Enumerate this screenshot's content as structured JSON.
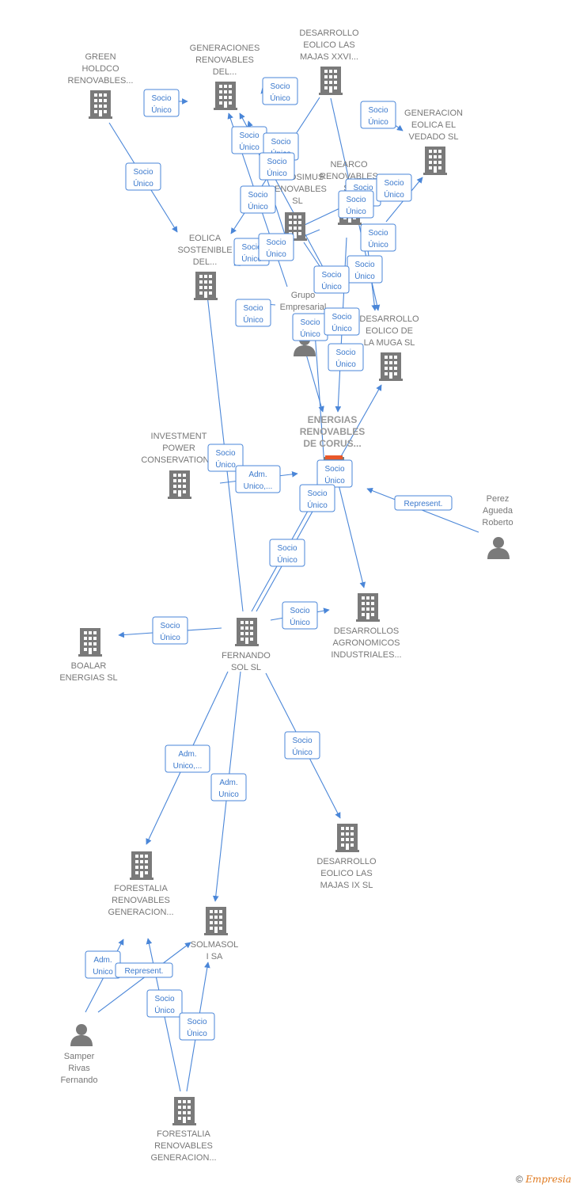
{
  "nodes": {
    "green_holdco": {
      "label": [
        "GREEN",
        "HOLDCO",
        "RENOVABLES..."
      ],
      "type": "company"
    },
    "generaciones_renovables": {
      "label": [
        "GENERACIONES",
        "RENOVABLES",
        "DEL..."
      ],
      "type": "company"
    },
    "desarrollo_eolico_majas_xxvi": {
      "label": [
        "DESARROLLO",
        "EOLICO LAS",
        "MAJAS XXVI..."
      ],
      "type": "company"
    },
    "generacion_eolica_vedado": {
      "label": [
        "GENERACION",
        "EOLICA EL",
        "VEDADO SL"
      ],
      "type": "company"
    },
    "nearco_renovables": {
      "label": [
        "NEARCO",
        "RENOVABLES",
        "SL"
      ],
      "type": "company"
    },
    "arrosimus_renovables": {
      "label": [
        "ARROSIMUS",
        "RENOVABLES",
        "SL"
      ],
      "type": "company"
    },
    "eolica_sostenible": {
      "label": [
        "EOLICA",
        "SOSTENIBLE",
        "DEL..."
      ],
      "type": "company"
    },
    "grupo_empresarial": {
      "label": [
        "Grupo",
        "Empresarial",
        "Ene..."
      ],
      "type": "person"
    },
    "desarrollo_eolico_muga": {
      "label": [
        "DESARROLLO",
        "EOLICO DE",
        "LA MUGA SL"
      ],
      "type": "company"
    },
    "energias_renovables_corus": {
      "label": [
        "ENERGIAS",
        "RENOVABLES",
        "DE CORUS..."
      ],
      "type": "main"
    },
    "investment_power": {
      "label": [
        "INVESTMENT",
        "POWER",
        "CONSERVATION..."
      ],
      "type": "company"
    },
    "perez_agueda": {
      "label": [
        "Perez",
        "Agueda",
        "Roberto"
      ],
      "type": "person"
    },
    "desarrollos_agronomicos": {
      "label": [
        "DESARROLLOS",
        "AGRONOMICOS",
        "INDUSTRIALES..."
      ],
      "type": "company"
    },
    "boalar_energias": {
      "label": [
        "BOALAR",
        "ENERGIAS  SL"
      ],
      "type": "company"
    },
    "fernando_sol": {
      "label": [
        "FERNANDO",
        "SOL SL"
      ],
      "type": "company"
    },
    "desarrollo_majas_ix": {
      "label": [
        "DESARROLLO",
        "EOLICO LAS",
        "MAJAS IX  SL"
      ],
      "type": "company"
    },
    "forestalia_1": {
      "label": [
        "FORESTALIA",
        "RENOVABLES",
        "GENERACION..."
      ],
      "type": "company"
    },
    "solmasol": {
      "label": [
        "SOLMASOL",
        "I SA"
      ],
      "type": "company"
    },
    "samper_rivas": {
      "label": [
        "Samper",
        "Rivas",
        "Fernando"
      ],
      "type": "person"
    },
    "forestalia_2": {
      "label": [
        "FORESTALIA",
        "RENOVABLES",
        "GENERACION..."
      ],
      "type": "company"
    }
  },
  "badges": {
    "socio_unico": [
      "Socio",
      "Único"
    ],
    "adm_unico_trunc": [
      "Adm.",
      "Unico,..."
    ],
    "adm_unico": [
      "Adm.",
      "Unico"
    ],
    "represent": [
      "Represent."
    ]
  },
  "footer": {
    "copyright_symbol": "©",
    "brand": "Empresia"
  },
  "colors": {
    "edge": "#4a86d8",
    "icon": "#7a7a7a",
    "main_marker": "#e8572a",
    "brand": "#e07a1f"
  }
}
